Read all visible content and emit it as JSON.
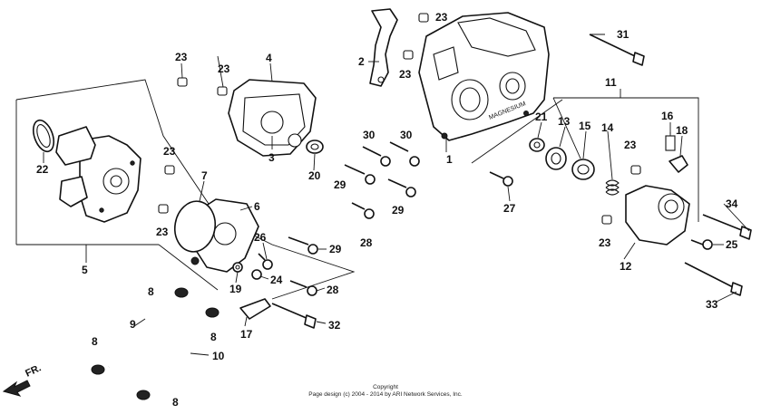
{
  "diagram": {
    "callouts": [
      "1",
      "2",
      "3",
      "4",
      "5",
      "6",
      "7",
      "8",
      "9",
      "10",
      "11",
      "12",
      "13",
      "14",
      "15",
      "16",
      "17",
      "18",
      "19",
      "20",
      "21",
      "22",
      "23",
      "24",
      "25",
      "26",
      "27",
      "28",
      "29",
      "30",
      "31",
      "32",
      "33",
      "34"
    ],
    "direction_label": "FR.",
    "housing_stamp": "MAGNESIUM",
    "copyright_line1": "Copyright",
    "copyright_line2": "Page design (c) 2004 - 2014 by ARI Network Services, Inc."
  }
}
